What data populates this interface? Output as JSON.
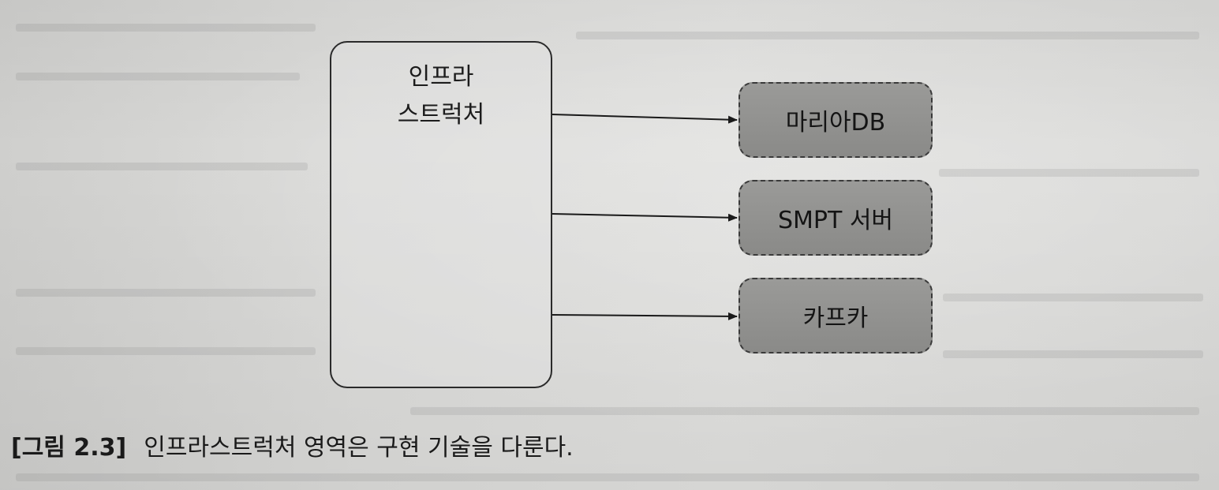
{
  "diagram": {
    "source": {
      "label_line1": "인프라",
      "label_line2": "스트럭처"
    },
    "targets": [
      {
        "label": "마리아DB"
      },
      {
        "label": "SMPT 서버"
      },
      {
        "label": "카프카"
      }
    ]
  },
  "caption": {
    "number": "[그림 2.3]",
    "text": "인프라스트럭처 영역은 구현 기술을 다룬다."
  },
  "colors": {
    "box_fill": "#8f8f8d",
    "line": "#1a1a1a"
  }
}
